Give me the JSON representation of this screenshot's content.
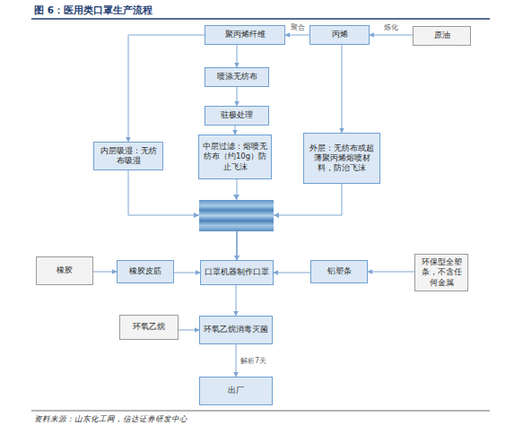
{
  "diagram": {
    "title": "图 6：医用类口罩生产流程",
    "caption": "资料来源：山东化工网，信达证券研发中心",
    "nodes": [
      {
        "text": [
          "聚丙烯纤维"
        ]
      },
      {
        "text": [
          "丙烯"
        ]
      },
      {
        "text": [
          "原油"
        ]
      },
      {
        "text": [
          "喷涤无纺布"
        ]
      },
      {
        "text": [
          "驻极处理"
        ]
      },
      {
        "text": [
          "内层吸湿：无纺布吸湿"
        ]
      },
      {
        "text": [
          "中层过滤：熔喷无纺布（约10g）防止飞沫"
        ]
      },
      {
        "text": [
          "外层：无纺布或超薄聚丙烯熔喷材料，防治飞沫"
        ]
      },
      {
        "text": [
          "橡胶"
        ]
      },
      {
        "text": [
          "橡胶皮筋"
        ]
      },
      {
        "text": [
          "口罩机器制作口罩"
        ]
      },
      {
        "text": [
          "铝塑条"
        ]
      },
      {
        "text": [
          "环保型全塑条，不含任何金属"
        ]
      },
      {
        "text": [
          "环氧乙烷"
        ]
      },
      {
        "text": [
          "环氧乙烷消毒灭菌"
        ]
      },
      {
        "text": [
          "出厂"
        ]
      }
    ],
    "edges": [
      {
        "from": 2,
        "to": 1,
        "arrow": "to",
        "label": "炼化"
      },
      {
        "from": 1,
        "to": 0,
        "arrow": "to",
        "label": "聚合"
      },
      {
        "from": 0,
        "to": 3,
        "arrow": "to"
      },
      {
        "from": 3,
        "to": 4,
        "arrow": "to"
      },
      {
        "from": 4,
        "to": 6,
        "arrow": "to"
      },
      {
        "from": 0,
        "to": 5,
        "arrow": "to"
      },
      {
        "from": 1,
        "to": 7,
        "arrow": "to"
      },
      {
        "from": 5,
        "to": 10,
        "arrow": "to"
      },
      {
        "from": 6,
        "to": 10,
        "arrow": "to"
      },
      {
        "from": 7,
        "to": 10,
        "arrow": "to"
      },
      {
        "from": 8,
        "to": 9,
        "arrow": "to"
      },
      {
        "from": 9,
        "to": 10,
        "arrow": "to"
      },
      {
        "from": 12,
        "to": 11,
        "arrow": "to"
      },
      {
        "from": 11,
        "to": 10,
        "arrow": "to"
      },
      {
        "from": 10,
        "to": 14,
        "arrow": "to"
      },
      {
        "from": 13,
        "to": 14,
        "arrow": "to"
      },
      {
        "from": 14,
        "to": 15,
        "arrow": "to",
        "label": "解析7天"
      }
    ]
  }
}
